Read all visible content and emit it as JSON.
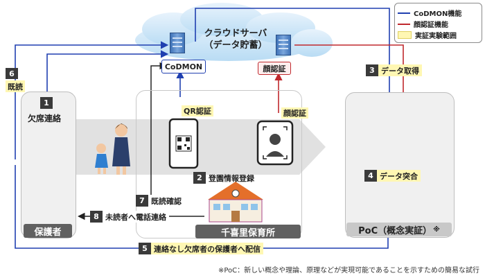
{
  "cloud": {
    "line1": "クラウドサーバ",
    "line2": "（データ貯蓄）"
  },
  "tags": {
    "codmon": "CoDMON",
    "face": "顔認証"
  },
  "legend": {
    "codmon_function": "CoDMON機能",
    "face_function": "顔認証機能",
    "poc_scope": "実証実験範囲"
  },
  "steps": {
    "s1": {
      "num": "1",
      "label": "欠席連絡"
    },
    "s2": {
      "num": "2",
      "label": "登園情報登録"
    },
    "s3": {
      "num": "3",
      "label": "データ取得"
    },
    "s4": {
      "num": "4",
      "label": "データ突合"
    },
    "s5": {
      "num": "5",
      "label": "連絡なし欠席者の保護者へ配信"
    },
    "s6": {
      "num": "6",
      "label": "既読"
    },
    "s7": {
      "num": "7",
      "label": "既読確認"
    },
    "s8": {
      "num": "8",
      "label": "未読者へ電話連絡"
    }
  },
  "labels": {
    "qr_auth": "QR認証",
    "face_auth": "顔認証",
    "guardian": "保護者",
    "nursery": "千喜里保育所",
    "poc": "PoC（概念実証）",
    "poc_mark": "※"
  },
  "footnote": "※PoC：新しい概念や理論、原理などが実現可能であることを示すための簡易な試行",
  "colors": {
    "codmon_line": "#1f3fb0",
    "face_line": "#c0282d",
    "poc_highlight": "#fff7b3",
    "bar": "#606060"
  }
}
